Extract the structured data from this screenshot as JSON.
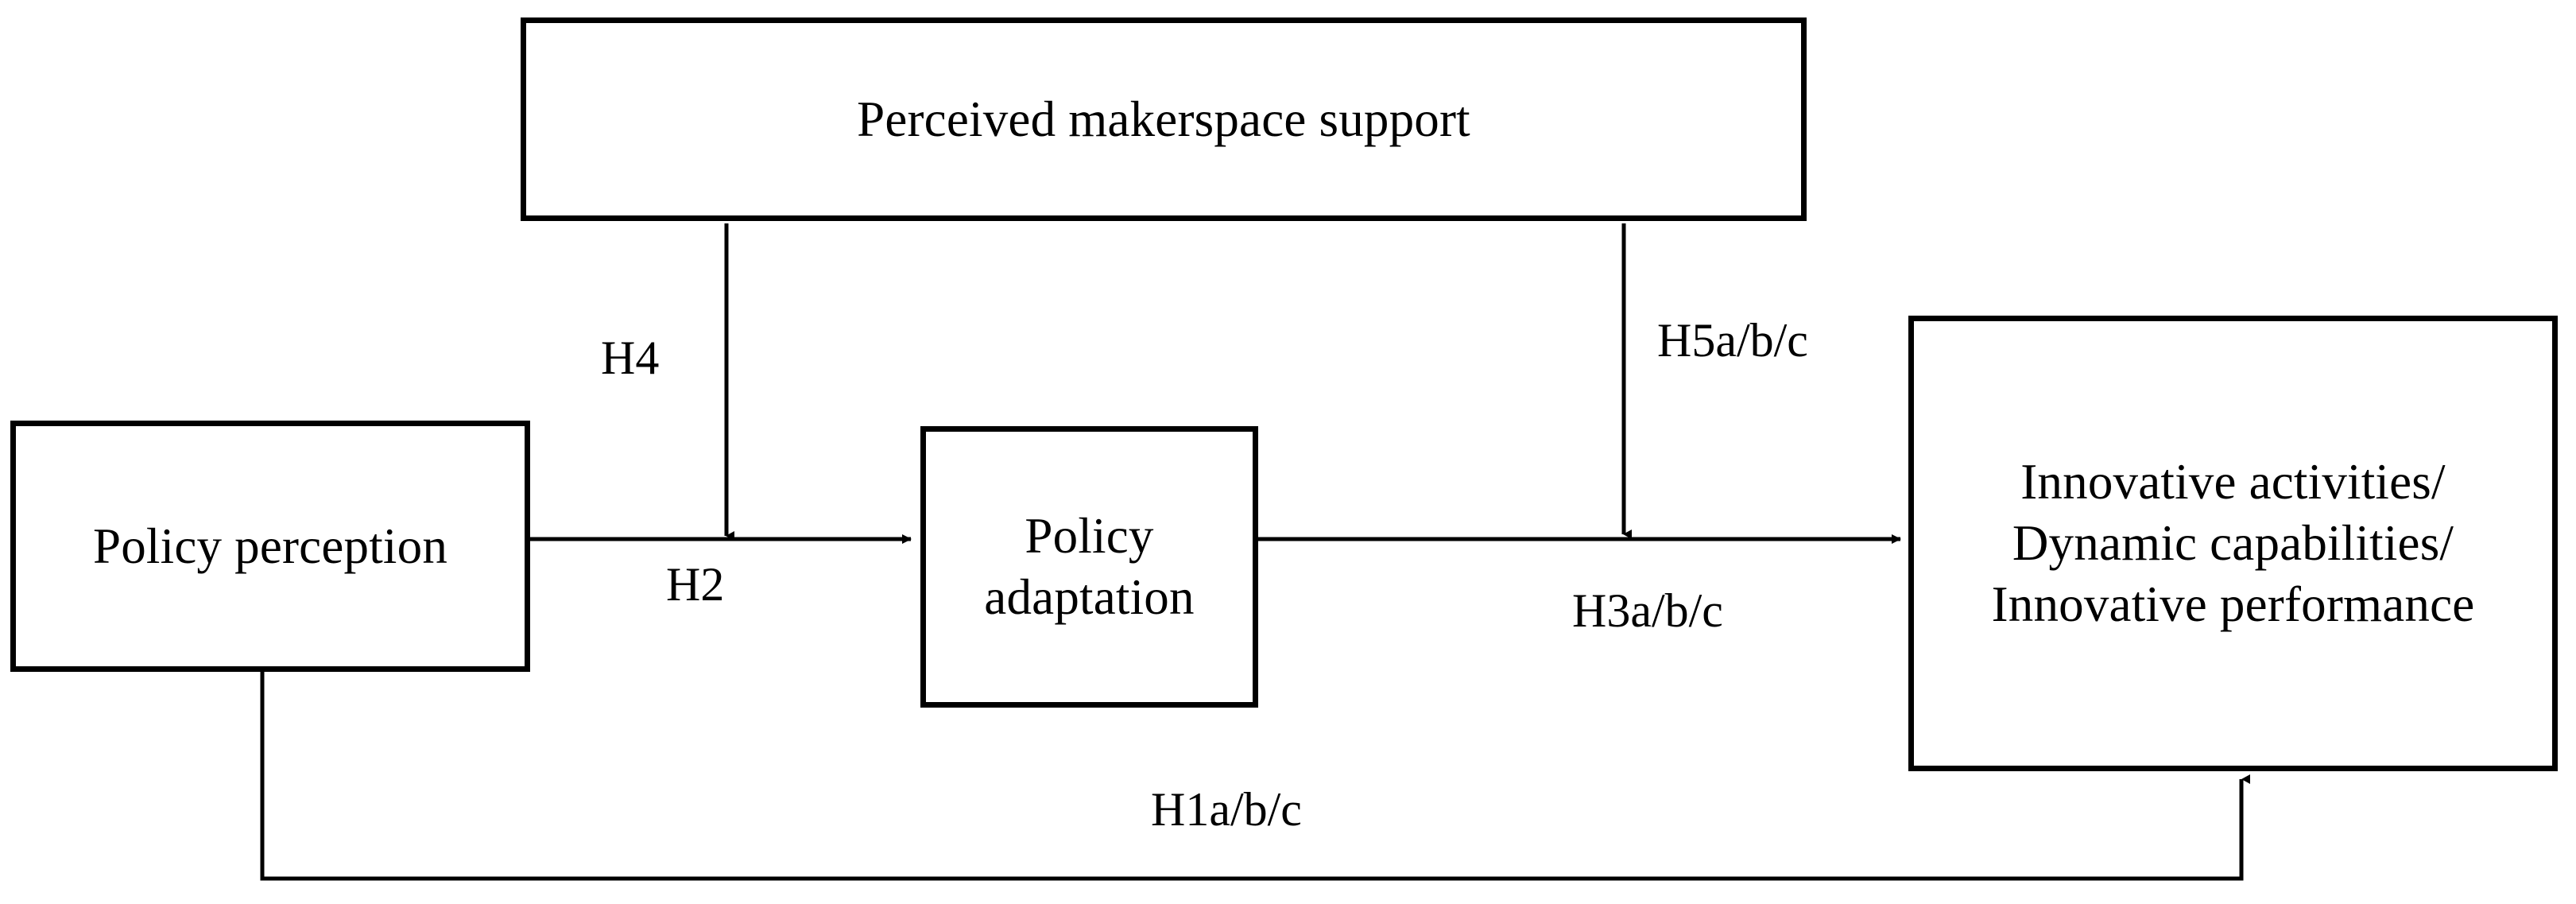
{
  "diagram": {
    "type": "conceptual-research-model",
    "background_color": "#ffffff",
    "line_color": "#000000",
    "nodes": [
      {
        "id": "support",
        "label": "Perceived makerspace support"
      },
      {
        "id": "perception",
        "label": "Policy perception"
      },
      {
        "id": "adaptation",
        "label": "Policy adaptation"
      },
      {
        "id": "outcomes",
        "label_line1": "Innovative activities/",
        "label_line2": "Dynamic capabilities/",
        "label_line3": "Innovative performance"
      }
    ],
    "edges": [
      {
        "id": "h4",
        "label": "H4",
        "from": "support",
        "to": "perception-to-adaptation-path",
        "direction": "down",
        "style": "moderation"
      },
      {
        "id": "h2",
        "label": "H2",
        "from": "perception",
        "to": "adaptation",
        "direction": "right",
        "style": "direct"
      },
      {
        "id": "h5",
        "label": "H5a/b/c",
        "from": "support",
        "to": "adaptation-to-outcomes-path",
        "direction": "down",
        "style": "moderation"
      },
      {
        "id": "h3",
        "label": "H3a/b/c",
        "from": "adaptation",
        "to": "outcomes",
        "direction": "right",
        "style": "direct"
      },
      {
        "id": "h1",
        "label": "H1a/b/c",
        "from": "perception",
        "to": "outcomes",
        "direction": "up",
        "style": "direct"
      }
    ]
  }
}
